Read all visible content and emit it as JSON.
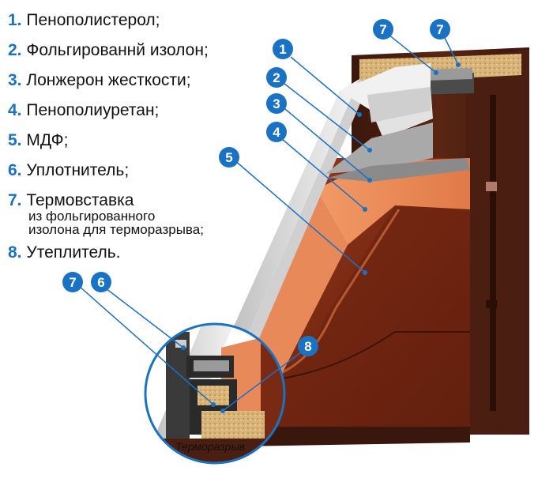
{
  "legend": {
    "items": [
      {
        "num": "1.",
        "text": " Пенополистерол;"
      },
      {
        "num": "2.",
        "text": " Фольгированнй изолон;"
      },
      {
        "num": "3.",
        "text": " Лонжерон жесткости;"
      },
      {
        "num": "4.",
        "text": " Пенополиуретан;"
      },
      {
        "num": "5.",
        "text": " МДФ;"
      },
      {
        "num": "6.",
        "text": " Уплотнитель;"
      },
      {
        "num": "7.",
        "text": " Термовставка"
      },
      {
        "num": "8.",
        "text": " Утеплитель."
      }
    ],
    "item7_sub": [
      "из фольгированного",
      "изолона для терморазрыва;"
    ]
  },
  "callouts": [
    "1",
    "2",
    "3",
    "4",
    "5",
    "6",
    "7",
    "7",
    "7",
    "8"
  ],
  "thermo_label": "Терморазрыв",
  "colors": {
    "accent": "#1a72c4",
    "frame": "#4a1f12",
    "mdf": "#8a3216",
    "ppu": "#e8895a",
    "foam": "#ececec",
    "foil": "#9a9a9a",
    "insulation": "#d8b47a"
  }
}
